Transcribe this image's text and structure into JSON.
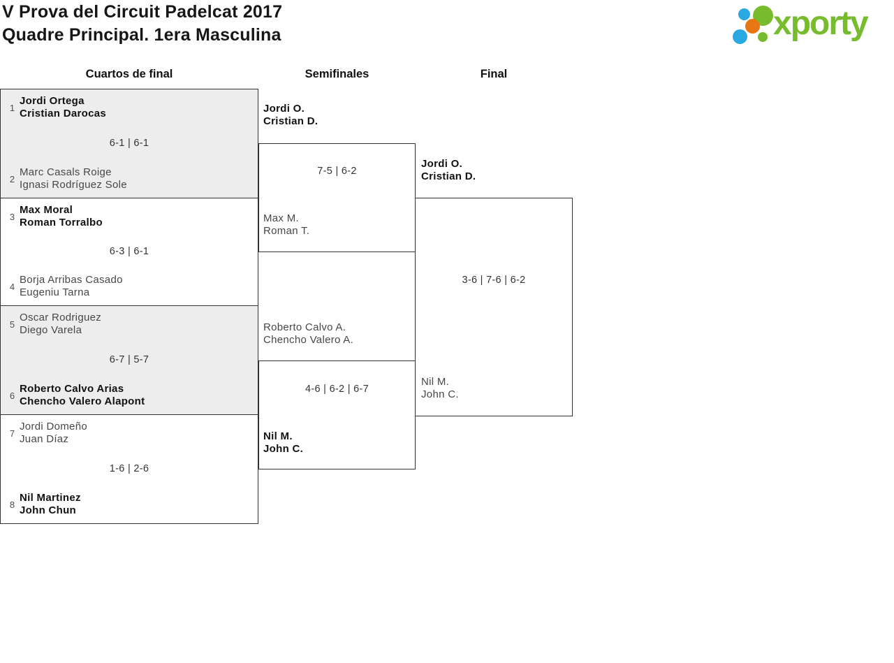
{
  "title": {
    "line1": "V Prova del Circuit Padelcat 2017",
    "line2": "Quadre Principal. 1era Masculina"
  },
  "logo": {
    "brand": "xporty",
    "green": "#76bc2d",
    "blue": "#29a9e0",
    "orange": "#e87613"
  },
  "rounds": {
    "quarterfinals_label": "Cuartos de final",
    "semifinals_label": "Semifinales",
    "final_label": "Final"
  },
  "bracket": {
    "quarterfinals": [
      {
        "score": "6-1 | 6-1",
        "team1": {
          "seed": "1",
          "player1": "Jordi Ortega",
          "player2": "Cristian Darocas",
          "winner": true
        },
        "team2": {
          "seed": "2",
          "player1": "Marc Casals Roige",
          "player2": "Ignasi Rodríguez Sole",
          "winner": false
        }
      },
      {
        "score": "6-3 | 6-1",
        "team1": {
          "seed": "3",
          "player1": "Max Moral",
          "player2": "Roman Torralbo",
          "winner": true
        },
        "team2": {
          "seed": "4",
          "player1": "Borja Arribas Casado",
          "player2": "Eugeniu Tarna",
          "winner": false
        }
      },
      {
        "score": "6-7 | 5-7",
        "team1": {
          "seed": "5",
          "player1": "Oscar Rodriguez",
          "player2": "Diego Varela",
          "winner": false
        },
        "team2": {
          "seed": "6",
          "player1": "Roberto Calvo Arias",
          "player2": "Chencho Valero Alapont",
          "winner": true
        }
      },
      {
        "score": "1-6 | 2-6",
        "team1": {
          "seed": "7",
          "player1": "Jordi Domeño",
          "player2": "Juan Díaz",
          "winner": false
        },
        "team2": {
          "seed": "8",
          "player1": "Nil Martinez",
          "player2": "John Chun",
          "winner": true
        }
      }
    ],
    "semifinals": [
      {
        "score": "7-5 | 6-2",
        "team1": {
          "player1": "Jordi O.",
          "player2": "Cristian D.",
          "winner": true
        },
        "team2": {
          "player1": "Max M.",
          "player2": "Roman T.",
          "winner": false
        }
      },
      {
        "score": "4-6 | 6-2 | 6-7",
        "team1": {
          "player1": "Roberto Calvo A.",
          "player2": "Chencho Valero A.",
          "winner": false
        },
        "team2": {
          "player1": "Nil M.",
          "player2": "John C.",
          "winner": true
        }
      }
    ],
    "final": {
      "score": "3-6 | 7-6 | 6-2",
      "team1": {
        "player1": "Jordi O.",
        "player2": "Cristian D.",
        "winner": true
      },
      "team2": {
        "player1": "Nil M.",
        "player2": "John C.",
        "winner": false
      }
    }
  }
}
